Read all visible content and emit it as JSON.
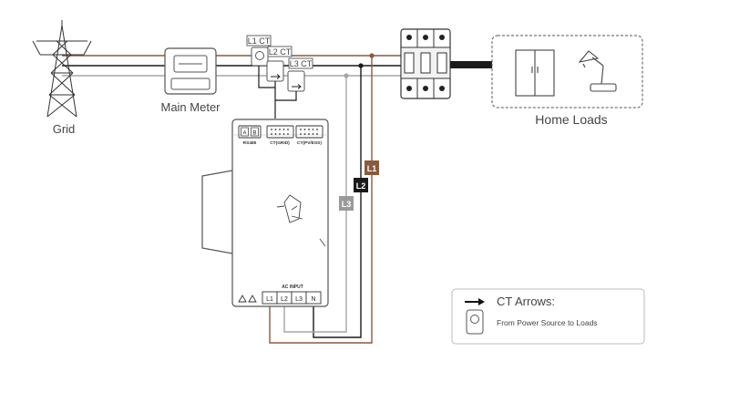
{
  "labels": {
    "grid": "Grid",
    "main_meter": "Main Meter",
    "home_loads": "Home Loads",
    "l1_ct": "L1 CT",
    "l2_ct": "L2 CT",
    "l3_ct": "L3 CT",
    "wire_l1": "L1",
    "wire_l2": "L2",
    "wire_l3": "L3"
  },
  "device": {
    "rs485": "RS485",
    "ct_grid": "CT(GRID)",
    "ct_pv_ess": "CT(PV/ESS)",
    "port_a": "A",
    "port_b": "B",
    "ac_input": "AC INPUT",
    "terminals": [
      "L1",
      "L2",
      "L3",
      "N"
    ]
  },
  "legend": {
    "title": "CT Arrows:",
    "description": "From Power Source to Loads"
  },
  "colors": {
    "l1": "#8B5A3C",
    "l2": "#1a1a1a",
    "l3": "#9a9a9a",
    "outline": "#555555"
  }
}
